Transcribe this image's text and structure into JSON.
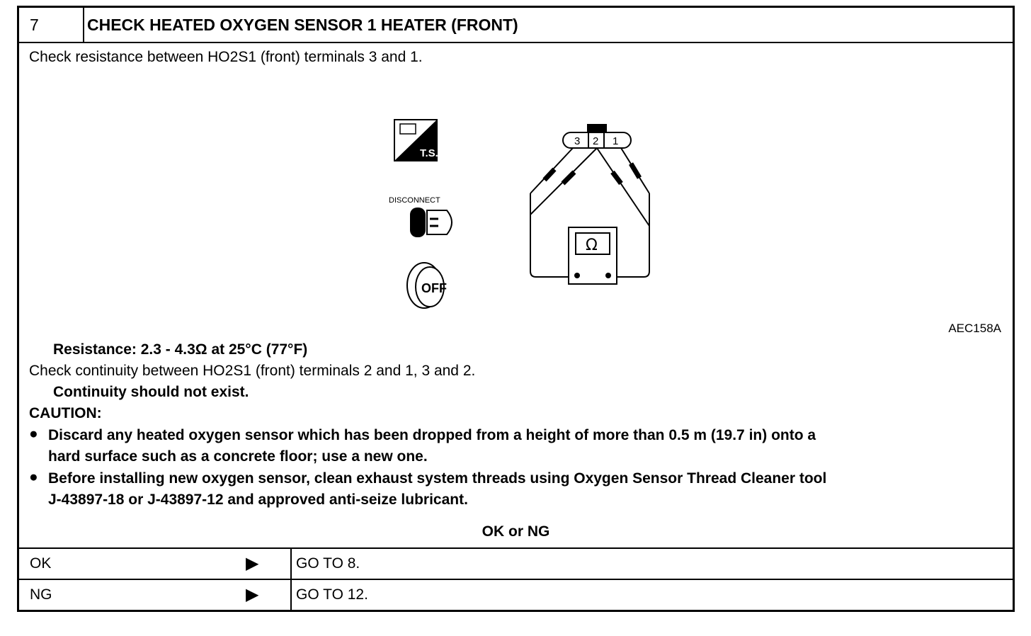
{
  "header": {
    "step_number": "7",
    "title": "CHECK HEATED OXYGEN SENSOR 1 HEATER (FRONT)"
  },
  "body": {
    "instruction_1": "Check resistance between HO2S1 (front) terminals 3 and 1.",
    "figure": {
      "code": "AEC158A",
      "icon_ts_label": "T.S.",
      "icon_disconnect_label": "DISCONNECT",
      "icon_off_label": "OFF",
      "terminals": [
        "3",
        "2",
        "1"
      ],
      "meter_symbol": "Ω"
    },
    "spec_resistance": "Resistance: 2.3 - 4.3Ω at 25°C (77°F)",
    "instruction_2": "Check continuity between HO2S1 (front) terminals 2 and 1, 3 and 2.",
    "spec_continuity": "Continuity should not exist.",
    "caution_label": "CAUTION:",
    "caution_items": [
      {
        "line1": "Discard any heated oxygen sensor which has been dropped from a height of more than 0.5 m (19.7 in) onto a",
        "line2": "hard surface such as a concrete floor; use a new one."
      },
      {
        "line1": "Before installing new oxygen sensor, clean exhaust system threads using Oxygen Sensor Thread Cleaner tool",
        "line2": "J-43897-18 or J-43897-12 and approved anti-seize lubricant."
      }
    ]
  },
  "result": {
    "header": "OK or NG",
    "rows": [
      {
        "key": "OK",
        "arrow": "▶",
        "value": "GO TO 8."
      },
      {
        "key": "NG",
        "arrow": "▶",
        "value": "GO TO 12."
      }
    ]
  }
}
